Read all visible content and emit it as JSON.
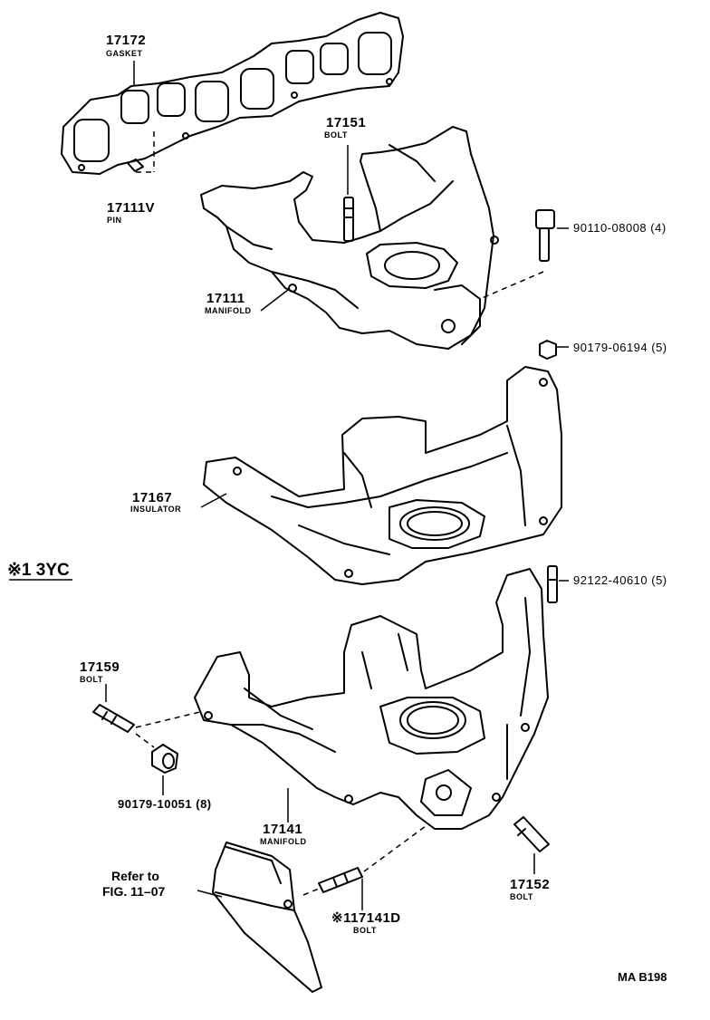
{
  "parts": [
    {
      "id": "gasket",
      "number": "17172",
      "name": "GASKET"
    },
    {
      "id": "pin",
      "number": "17111V",
      "name": "PIN"
    },
    {
      "id": "bolt_upper",
      "number": "17151",
      "name": "BOLT"
    },
    {
      "id": "manifold_intake",
      "number": "17111",
      "name": "MANIFOLD"
    },
    {
      "id": "bolt_a",
      "number": "90110-08008 (4)",
      "name": ""
    },
    {
      "id": "nut_a",
      "number": "90179-06194 (5)",
      "name": ""
    },
    {
      "id": "insulator",
      "number": "17167",
      "name": "INSULATOR"
    },
    {
      "id": "stud",
      "number": "92122-40610 (5)",
      "name": ""
    },
    {
      "id": "bolt_left",
      "number": "17159",
      "name": "BOLT"
    },
    {
      "id": "nut_b",
      "number": "90179-10051 (8)",
      "name": ""
    },
    {
      "id": "manifold_exhaust",
      "number": "17141",
      "name": "MANIFOLD"
    },
    {
      "id": "bolt_right",
      "number": "17152",
      "name": "BOLT"
    },
    {
      "id": "bolt_bottom",
      "number": "※117141D",
      "name": "BOLT"
    }
  ],
  "variant_note": "※1 3YC",
  "reference": {
    "line1": "Refer to",
    "line2": "FIG. 11–07"
  },
  "diagram_code": "MA B198"
}
